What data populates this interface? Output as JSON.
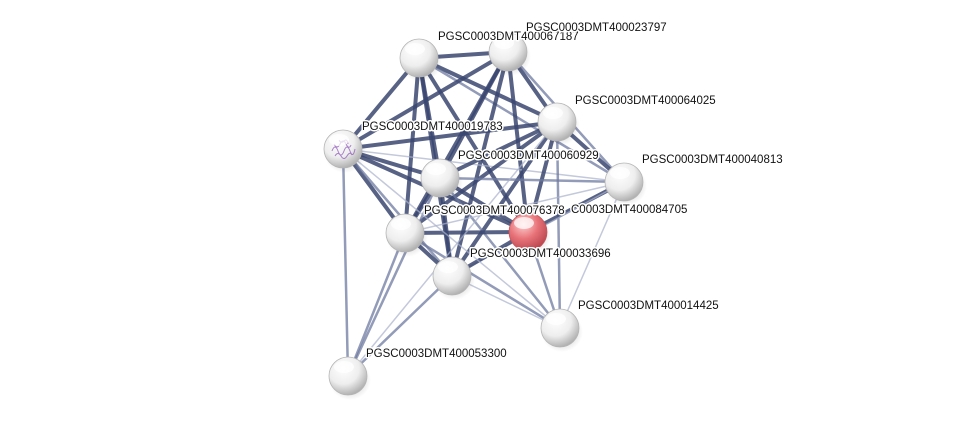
{
  "colors": {
    "edge_strong": "#3a4670",
    "edge_medium": "#6e7aa0",
    "edge_weak": "#aab2cc",
    "node_default": "#ffffff",
    "node_query": "#e05560"
  },
  "nodes": [
    {
      "id": "n67187",
      "label": "PGSC0003DMT400067187",
      "type": "protein"
    },
    {
      "id": "n23797",
      "label": "PGSC0003DMT400023797",
      "type": "protein"
    },
    {
      "id": "n64025",
      "label": "PGSC0003DMT400064025",
      "type": "protein"
    },
    {
      "id": "n19783",
      "label": "PGSC0003DMT400019783",
      "type": "structure"
    },
    {
      "id": "n60929",
      "label": "PGSC0003DMT400060929",
      "type": "protein"
    },
    {
      "id": "n40813",
      "label": "PGSC0003DMT400040813",
      "type": "protein"
    },
    {
      "id": "n76378",
      "label": "PGSC0003DMT400076378",
      "type": "protein"
    },
    {
      "id": "n84705",
      "label": "C0003DMT400084705",
      "type": "query"
    },
    {
      "id": "n33696",
      "label": "PGSC0003DMT400033696",
      "type": "protein"
    },
    {
      "id": "n14425",
      "label": "PGSC0003DMT400014425",
      "type": "protein"
    },
    {
      "id": "n53300",
      "label": "PGSC0003DMT400053300",
      "type": "protein"
    }
  ],
  "edges": [
    {
      "a": "n67187",
      "b": "n23797",
      "w": "strong"
    },
    {
      "a": "n67187",
      "b": "n19783",
      "w": "strong"
    },
    {
      "a": "n67187",
      "b": "n64025",
      "w": "strong"
    },
    {
      "a": "n67187",
      "b": "n60929",
      "w": "strong"
    },
    {
      "a": "n67187",
      "b": "n76378",
      "w": "strong"
    },
    {
      "a": "n67187",
      "b": "n84705",
      "w": "strong"
    },
    {
      "a": "n67187",
      "b": "n33696",
      "w": "strong"
    },
    {
      "a": "n67187",
      "b": "n40813",
      "w": "medium"
    },
    {
      "a": "n23797",
      "b": "n19783",
      "w": "strong"
    },
    {
      "a": "n23797",
      "b": "n64025",
      "w": "strong"
    },
    {
      "a": "n23797",
      "b": "n60929",
      "w": "strong"
    },
    {
      "a": "n23797",
      "b": "n76378",
      "w": "strong"
    },
    {
      "a": "n23797",
      "b": "n84705",
      "w": "strong"
    },
    {
      "a": "n23797",
      "b": "n33696",
      "w": "strong"
    },
    {
      "a": "n23797",
      "b": "n40813",
      "w": "medium"
    },
    {
      "a": "n19783",
      "b": "n64025",
      "w": "strong"
    },
    {
      "a": "n19783",
      "b": "n60929",
      "w": "strong"
    },
    {
      "a": "n19783",
      "b": "n76378",
      "w": "strong"
    },
    {
      "a": "n19783",
      "b": "n84705",
      "w": "strong"
    },
    {
      "a": "n19783",
      "b": "n33696",
      "w": "medium"
    },
    {
      "a": "n19783",
      "b": "n40813",
      "w": "weak"
    },
    {
      "a": "n64025",
      "b": "n60929",
      "w": "strong"
    },
    {
      "a": "n64025",
      "b": "n76378",
      "w": "strong"
    },
    {
      "a": "n64025",
      "b": "n84705",
      "w": "strong"
    },
    {
      "a": "n64025",
      "b": "n33696",
      "w": "strong"
    },
    {
      "a": "n64025",
      "b": "n40813",
      "w": "strong"
    },
    {
      "a": "n64025",
      "b": "n14425",
      "w": "medium"
    },
    {
      "a": "n60929",
      "b": "n76378",
      "w": "strong"
    },
    {
      "a": "n60929",
      "b": "n84705",
      "w": "strong"
    },
    {
      "a": "n60929",
      "b": "n33696",
      "w": "strong"
    },
    {
      "a": "n60929",
      "b": "n40813",
      "w": "medium"
    },
    {
      "a": "n60929",
      "b": "n14425",
      "w": "medium"
    },
    {
      "a": "n40813",
      "b": "n84705",
      "w": "strong"
    },
    {
      "a": "n40813",
      "b": "n76378",
      "w": "weak"
    },
    {
      "a": "n40813",
      "b": "n14425",
      "w": "weak"
    },
    {
      "a": "n40813",
      "b": "n33696",
      "w": "weak"
    },
    {
      "a": "n76378",
      "b": "n84705",
      "w": "strong"
    },
    {
      "a": "n76378",
      "b": "n33696",
      "w": "strong"
    },
    {
      "a": "n76378",
      "b": "n53300",
      "w": "medium"
    },
    {
      "a": "n76378",
      "b": "n14425",
      "w": "medium"
    },
    {
      "a": "n84705",
      "b": "n33696",
      "w": "strong"
    },
    {
      "a": "n84705",
      "b": "n14425",
      "w": "medium"
    },
    {
      "a": "n33696",
      "b": "n14425",
      "w": "weak"
    },
    {
      "a": "n33696",
      "b": "n53300",
      "w": "medium"
    },
    {
      "a": "n19783",
      "b": "n53300",
      "w": "medium"
    },
    {
      "a": "n60929",
      "b": "n53300",
      "w": "medium"
    },
    {
      "a": "n64025",
      "b": "n53300",
      "w": "weak"
    },
    {
      "a": "n19783",
      "b": "n14425",
      "w": "weak"
    }
  ]
}
